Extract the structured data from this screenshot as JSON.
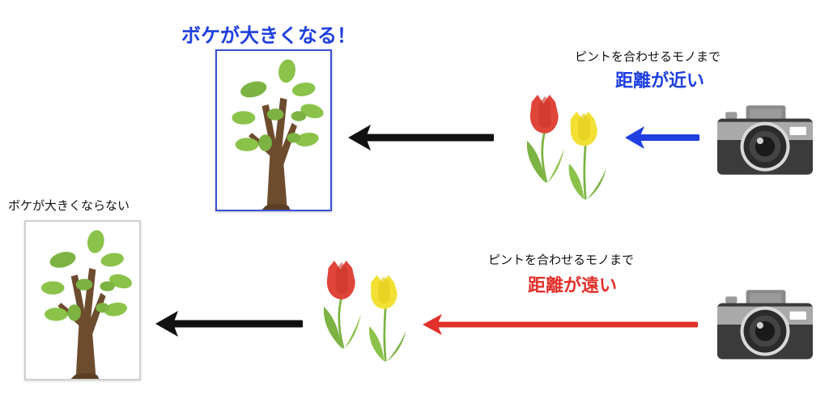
{
  "top": {
    "heading": "ボケが大きくなる！",
    "focus_label": "ピントを合わせるモノまで",
    "distance_label": "距離が近い",
    "arrow_color": "#1f3fe0"
  },
  "bottom": {
    "heading": "ボケが大きくならない",
    "focus_label": "ピントを合わせるモノまで",
    "distance_label": "距離が遠い",
    "arrow_color": "#e2302a"
  },
  "icons": [
    "camera-icon",
    "tulip-icon",
    "tree-icon",
    "arrow-icon"
  ],
  "colors": {
    "blue": "#1f3fe0",
    "red": "#e2302a",
    "black": "#111111",
    "tulip_red": "#e0453a",
    "tulip_yellow": "#f2e134",
    "leaf_green": "#7cb342"
  }
}
